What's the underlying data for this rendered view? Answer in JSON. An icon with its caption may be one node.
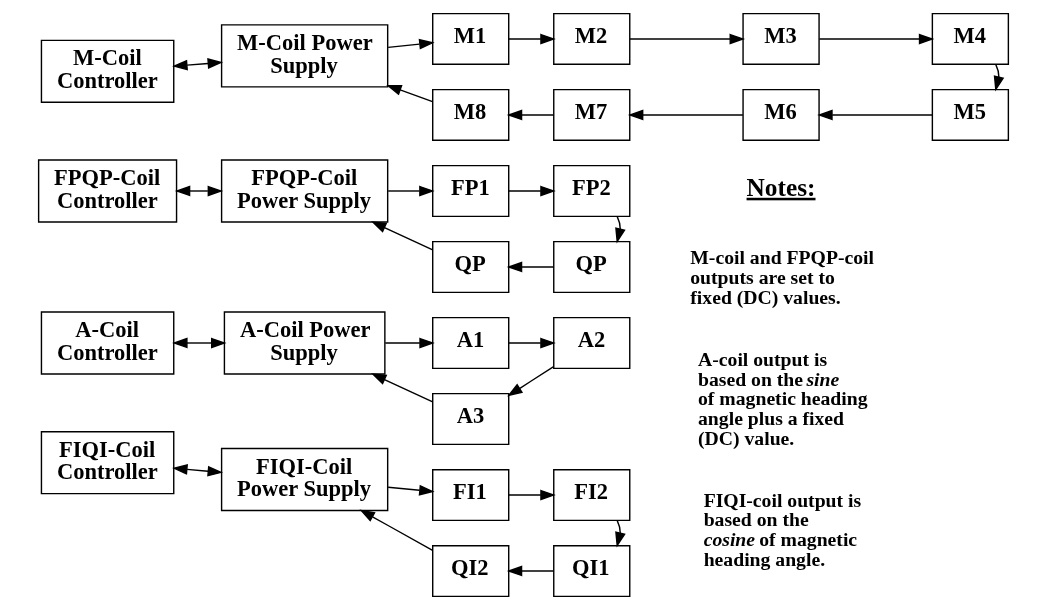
{
  "diagram": {
    "nodes": [
      {
        "text": [
          "M-Coil Controller"
        ]
      },
      {
        "text": [
          "M-Coil Power Supply"
        ]
      },
      {
        "text": [
          "M1"
        ]
      },
      {
        "text": [
          "M2"
        ]
      },
      {
        "text": [
          "M3"
        ]
      },
      {
        "text": [
          "M4"
        ]
      },
      {
        "text": [
          "M8"
        ]
      },
      {
        "text": [
          "M7"
        ]
      },
      {
        "text": [
          "M6"
        ]
      },
      {
        "text": [
          "M5"
        ]
      },
      {
        "text": [
          "FPQP-Coil Controller"
        ]
      },
      {
        "text": [
          "FPQP-Coil Power Supply"
        ]
      },
      {
        "text": [
          "FP1"
        ]
      },
      {
        "text": [
          "FP2"
        ]
      },
      {
        "text": [
          "QP"
        ]
      },
      {
        "text": [
          "QP"
        ]
      },
      {
        "text": [
          "A-Coil Controller"
        ]
      },
      {
        "text": [
          "A-Coil Power Supply"
        ]
      },
      {
        "text": [
          "A1"
        ]
      },
      {
        "text": [
          "A2"
        ]
      },
      {
        "text": [
          "A3"
        ]
      },
      {
        "text": [
          "FIQI-Coil Controller"
        ]
      },
      {
        "text": [
          "FIQI-Coil Power Supply"
        ]
      },
      {
        "text": [
          "FI1"
        ]
      },
      {
        "text": [
          "FI2"
        ]
      },
      {
        "text": [
          "QI2"
        ]
      },
      {
        "text": [
          "QI1"
        ]
      }
    ],
    "edges": [
      {
        "from": 0,
        "to": 1,
        "arrow": "both"
      },
      {
        "from": 1,
        "to": 2,
        "arrow": "to"
      },
      {
        "from": 2,
        "to": 3,
        "arrow": "to"
      },
      {
        "from": 3,
        "to": 4,
        "arrow": "to"
      },
      {
        "from": 4,
        "to": 5,
        "arrow": "to"
      },
      {
        "from": 5,
        "to": 9,
        "arrow": "to"
      },
      {
        "from": 9,
        "to": 8,
        "arrow": "to"
      },
      {
        "from": 8,
        "to": 7,
        "arrow": "to"
      },
      {
        "from": 7,
        "to": 6,
        "arrow": "to"
      },
      {
        "from": 6,
        "to": 1,
        "arrow": "to"
      },
      {
        "from": 10,
        "to": 11,
        "arrow": "both"
      },
      {
        "from": 11,
        "to": 12,
        "arrow": "to"
      },
      {
        "from": 12,
        "to": 13,
        "arrow": "to"
      },
      {
        "from": 13,
        "to": 15,
        "arrow": "to"
      },
      {
        "from": 15,
        "to": 14,
        "arrow": "to"
      },
      {
        "from": 14,
        "to": 11,
        "arrow": "to"
      },
      {
        "from": 16,
        "to": 17,
        "arrow": "both"
      },
      {
        "from": 17,
        "to": 18,
        "arrow": "to"
      },
      {
        "from": 18,
        "to": 19,
        "arrow": "to"
      },
      {
        "from": 19,
        "to": 20,
        "arrow": "to"
      },
      {
        "from": 20,
        "to": 17,
        "arrow": "to"
      },
      {
        "from": 21,
        "to": 22,
        "arrow": "both"
      },
      {
        "from": 22,
        "to": 23,
        "arrow": "to"
      },
      {
        "from": 23,
        "to": 24,
        "arrow": "to"
      },
      {
        "from": 24,
        "to": 26,
        "arrow": "to"
      },
      {
        "from": 26,
        "to": 25,
        "arrow": "to"
      },
      {
        "from": 25,
        "to": 22,
        "arrow": "to"
      }
    ],
    "labels": [
      "Notes:",
      "M-coil and FPQP-coil outputs are set to fixed (DC) values.",
      "A-coil output is based on the *sine* of magnetic heading angle plus a fixed (DC) value.",
      "FIQI-coil output is based on the *cosine* of magnetic heading angle."
    ]
  }
}
